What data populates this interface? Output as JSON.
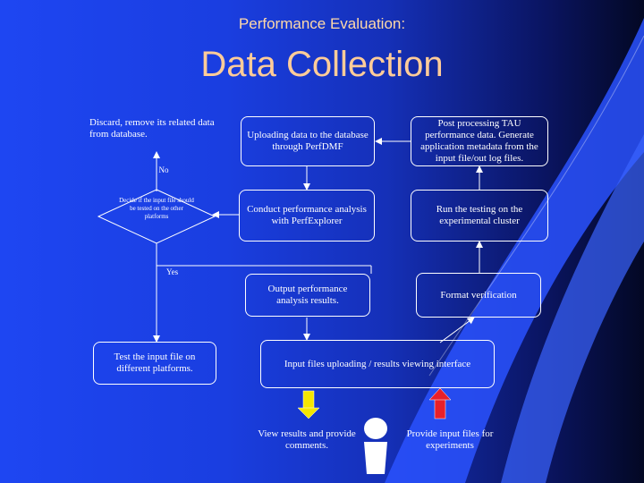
{
  "header": {
    "subtitle": "Performance Evaluation:",
    "title": "Data Collection"
  },
  "flow": {
    "discard": "Discard, remove its related data from database.",
    "no_label": "No",
    "decide": "Decide if the input file should be tested on the other platforms",
    "yes_label": "Yes",
    "test_input": "Test the input file on different platforms.",
    "uploading": "Uploading data to the database through PerfDMF",
    "post_processing": "Post processing TAU performance data. Generate application metadata from the input file/out log files.",
    "conduct": "Conduct performance analysis with PerfExplorer",
    "run_testing": "Run the testing on the experimental cluster",
    "output": "Output performance analysis results.",
    "format": "Format verification",
    "interface": "Input files uploading / results viewing interface",
    "view_results": "View results and provide comments.",
    "provide_input": "Provide input files for experiments"
  },
  "colors": {
    "down_arrow": "#f5e600",
    "up_arrow": "#e8202a",
    "title": "#ffcc99"
  }
}
